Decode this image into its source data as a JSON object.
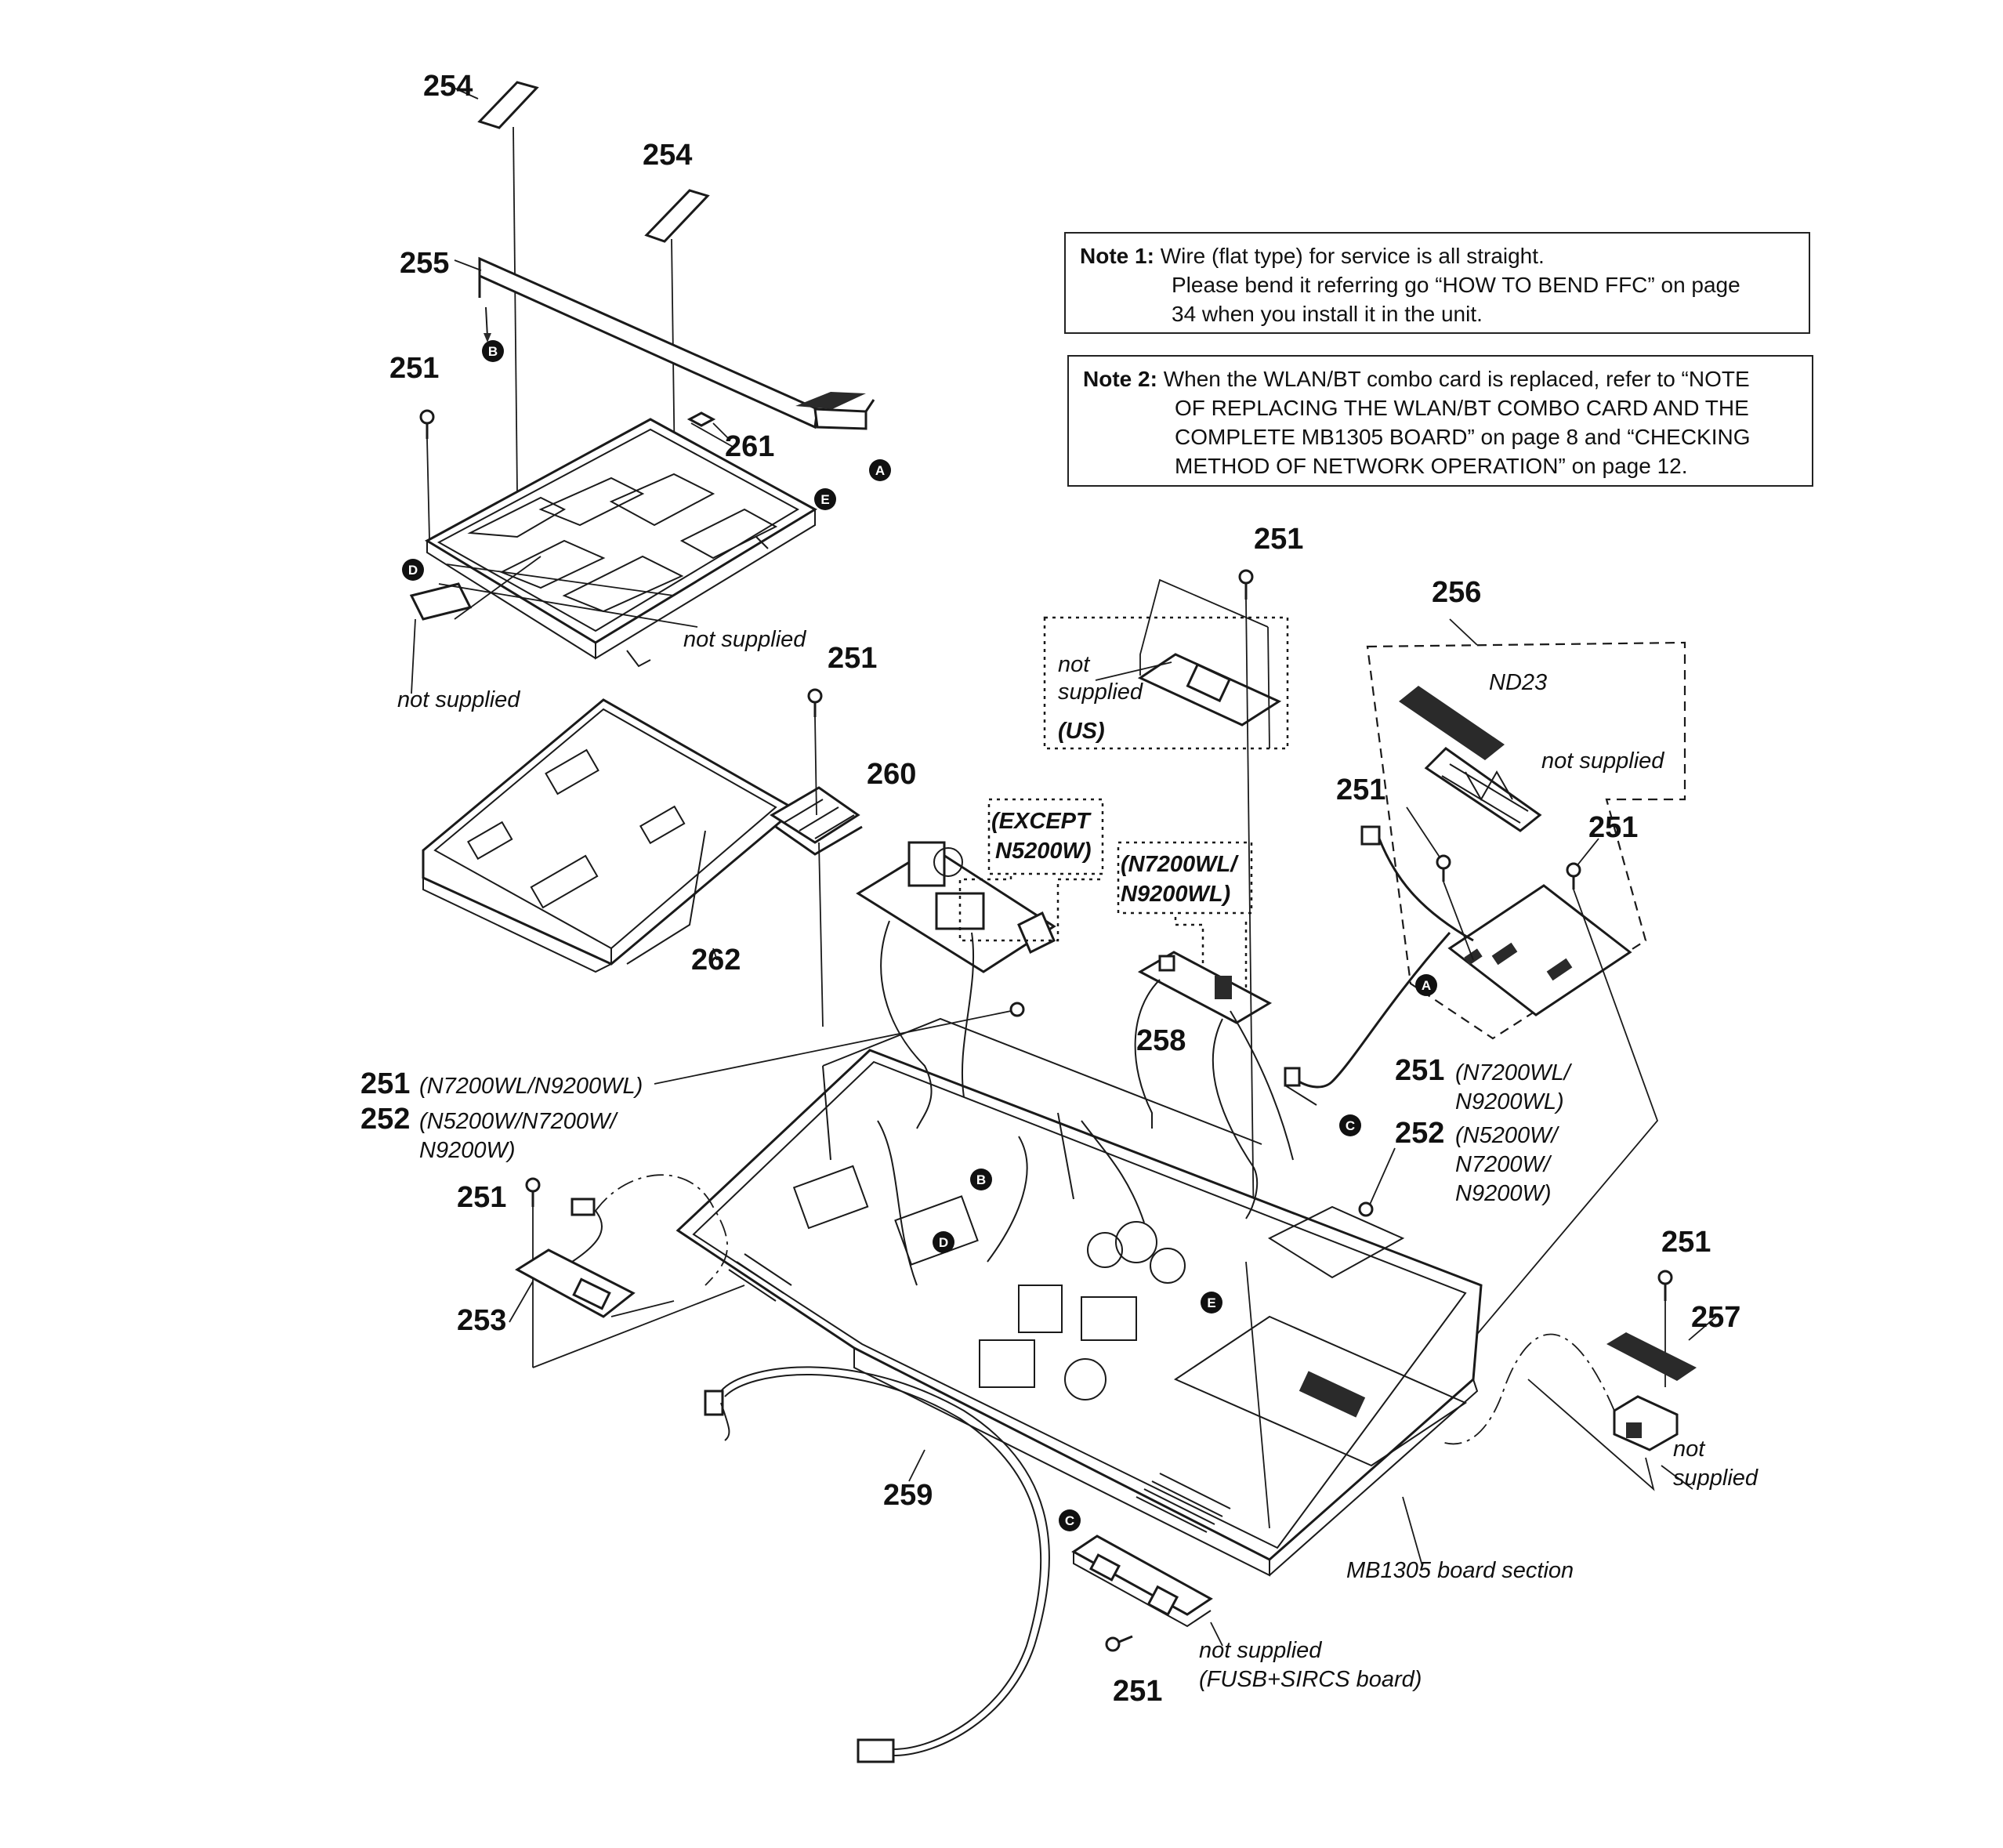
{
  "notes": [
    {
      "head": "Note 1:",
      "lines": [
        "Wire (flat type) for service is all straight.",
        "Please bend it referring go “HOW TO BEND FFC” on page",
        "34 when you install it in the unit."
      ]
    },
    {
      "head": "Note 2:",
      "lines": [
        "When the WLAN/BT combo card is replaced, refer to “NOTE",
        "OF REPLACING THE WLAN/BT COMBO CARD AND THE",
        "COMPLETE MB1305 BOARD” on page 8 and “CHECKING",
        "METHOD OF NETWORK OPERATION” on page 12."
      ]
    }
  ],
  "labels": {
    "p254a": "254",
    "p254b": "254",
    "p255": "255",
    "p251_a": "251",
    "p261": "261",
    "p251_b": "251",
    "p260": "260",
    "p262": "262",
    "p251_c": "251",
    "p256": "256",
    "p251_d": "251",
    "p251_e": "251",
    "p258": "258",
    "p251_f": "251",
    "p251_f_var": "(N7200WL/N9200WL)",
    "p252_a": "252",
    "p252_a_var1": "(N5200W/N7200W/",
    "p252_a_var2": "N9200W)",
    "p251_g": "251",
    "p251_g_var1": "(N7200WL/",
    "p251_g_var2": "N9200WL)",
    "p252_b": "252",
    "p252_b_var1": "(N5200W/",
    "p252_b_var2": "N7200W/",
    "p252_b_var3": "N9200W)",
    "p251_h": "251",
    "p253": "253",
    "p251_i": "251",
    "p257": "257",
    "p259": "259",
    "p251_j": "251"
  },
  "annotations": {
    "ns_top": "not supplied",
    "ns_left": "not supplied",
    "ns_us_1": "not",
    "ns_us_2": "supplied",
    "us": "(US)",
    "except_1": "(EXCEPT",
    "except_2": "N5200W)",
    "n7200_1": "(N7200WL/",
    "n7200_2": "N9200WL)",
    "nd23": "ND23",
    "ns_256": "not supplied",
    "ns_257_1": "not",
    "ns_257_2": "supplied",
    "mb1305": "MB1305 board section",
    "ns_fusb": "not supplied",
    "fusb": "(FUSB+SIRCS board)"
  },
  "markers": {
    "A1": "A",
    "A2": "A",
    "B1": "B",
    "B2": "B",
    "C1": "C",
    "C2": "C",
    "D1": "D",
    "D2": "D",
    "E1": "E",
    "E2": "E"
  }
}
